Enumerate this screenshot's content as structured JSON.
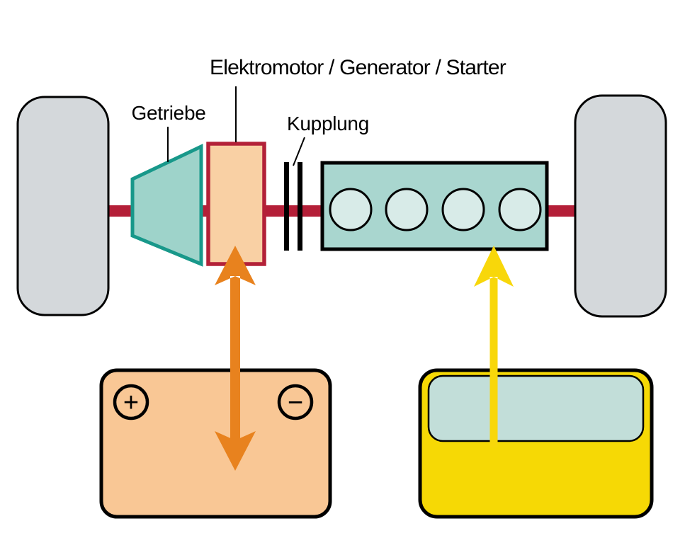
{
  "diagram": {
    "labels": {
      "electric_motor": "Elektromotor / Generator / Starter",
      "gearbox": "Getriebe",
      "clutch": "Kupplung"
    },
    "battery": {
      "plus_symbol": "+",
      "minus_symbol": "−"
    },
    "icons": {
      "plus_terminal": "plus-in-circle",
      "minus_terminal": "minus-in-circle",
      "battery_arrow": "double-headed-vertical-arrow",
      "fuel_arrow": "up-arrow"
    },
    "colors": {
      "background": "#ffffff",
      "axle": "#b41f38",
      "wheel_fill": "#d4d8db",
      "gearbox_fill": "#9ed3ca",
      "gearbox_stroke": "#18988a",
      "motor_fill": "#f9d0a4",
      "motor_stroke": "#b32138",
      "clutch": "#000000",
      "engine_fill": "#a9d6cf",
      "cylinder_fill": "#d8ebe8",
      "battery_fill": "#f9c795",
      "tank_fill": "#f6d905",
      "tank_window_fill": "#c2ded9",
      "battery_arrow": "#e8821e",
      "fuel_arrow": "#f8d70a",
      "text": "#000000",
      "leader_line": "#000000"
    }
  }
}
